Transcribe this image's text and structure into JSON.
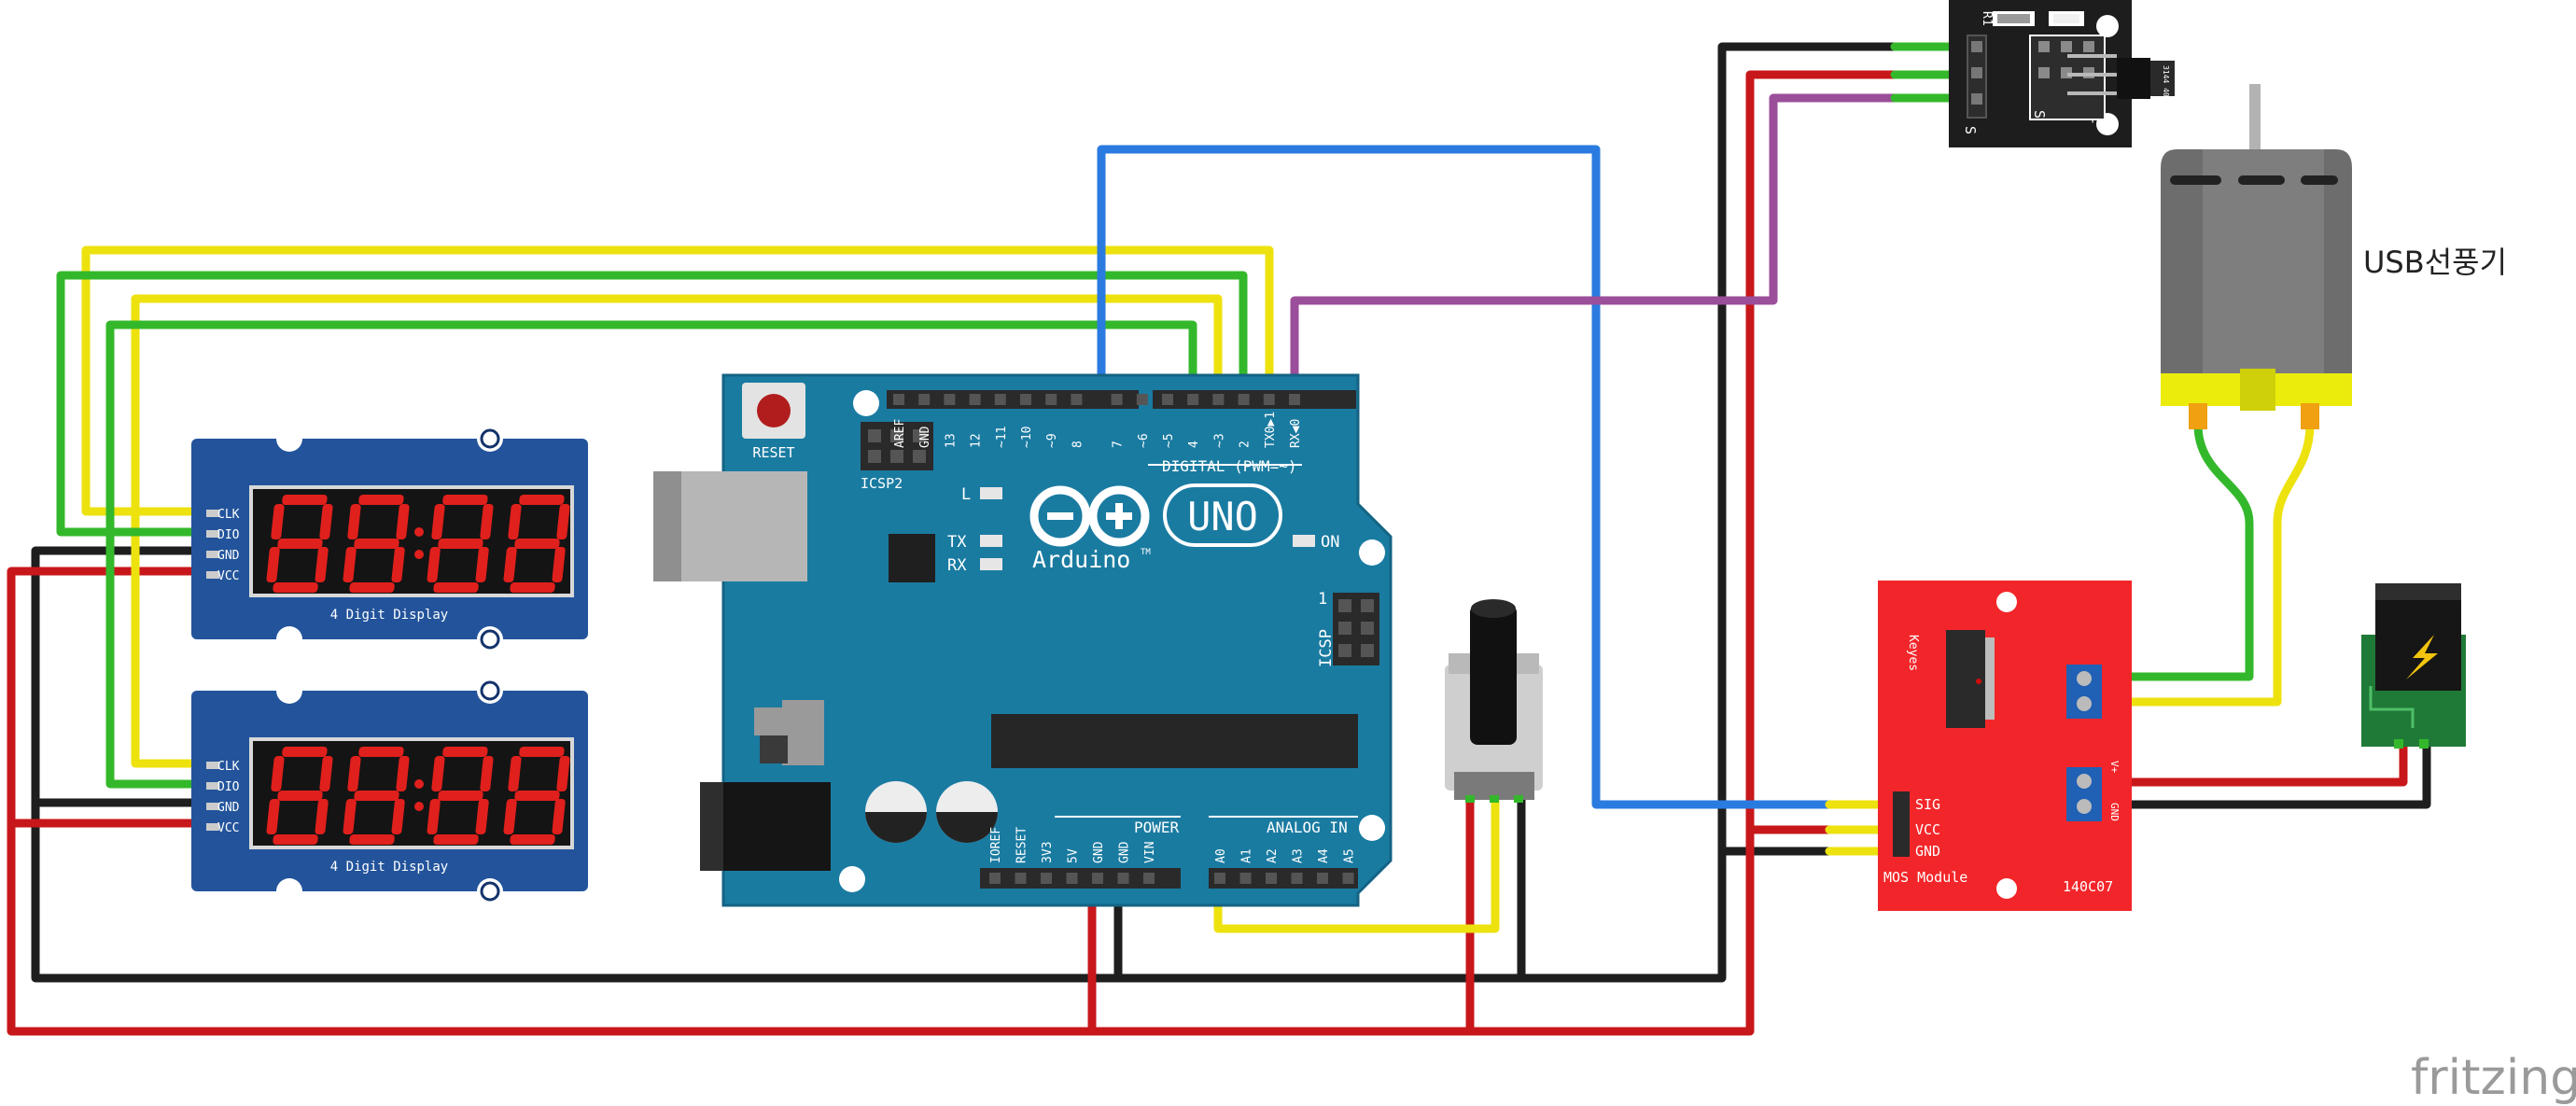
{
  "colors": {
    "board_blue": "#1a7ba1",
    "module_blue": "#23549b",
    "mos_red": "#f2262a",
    "wire_red": "#c8171a",
    "wire_black": "#1e1e1e",
    "wire_yellow": "#ede20e",
    "wire_green": "#34b82b",
    "wire_blue": "#2a7be0",
    "wire_purple": "#9b4e9a",
    "fan_yellow": "#ecec0c"
  },
  "arduino": {
    "logo_arduino": "Arduino",
    "logo_tm": "TM",
    "logo_uno": "UNO",
    "reset": "RESET",
    "icsp2": "ICSP2",
    "icsp": "ICSP",
    "icsp_pin": "1",
    "digital_label": "DIGITAL (PWM=~)",
    "digital_pins": [
      "AREF",
      "GND",
      "13",
      "12",
      "~11",
      "~10",
      "~9",
      "8",
      "7",
      "~6",
      "~5",
      "4",
      "~3",
      "2",
      "TX0▶1",
      "RX◀0"
    ],
    "led_l": "L",
    "led_tx": "TX",
    "led_rx": "RX",
    "led_on": "ON",
    "power_label": "POWER",
    "power_pins": [
      "IOREF",
      "RESET",
      "3V3",
      "5V",
      "GND",
      "GND",
      "VIN"
    ],
    "analog_label": "ANALOG IN",
    "analog_pins": [
      "A0",
      "A1",
      "A2",
      "A3",
      "A4",
      "A5"
    ]
  },
  "displays": [
    {
      "caption": "4 Digit Display",
      "pins": [
        "CLK",
        "DIO",
        "GND",
        "VCC"
      ]
    },
    {
      "caption": "4 Digit Display",
      "pins": [
        "CLK",
        "DIO",
        "GND",
        "VCC"
      ]
    }
  ],
  "mos_module": {
    "name": "MOS Module",
    "part": "140C07",
    "keyes": "Keyes",
    "pins": [
      "SIG",
      "VCC",
      "GND"
    ],
    "power_pins": [
      "V+",
      "GND"
    ]
  },
  "sensor": {
    "label_r1": "R1",
    "pin_s": "S",
    "pin_minus": "-",
    "chip": "3144 401"
  },
  "fan_label": "USB선풍기",
  "watermark": "fritzing"
}
